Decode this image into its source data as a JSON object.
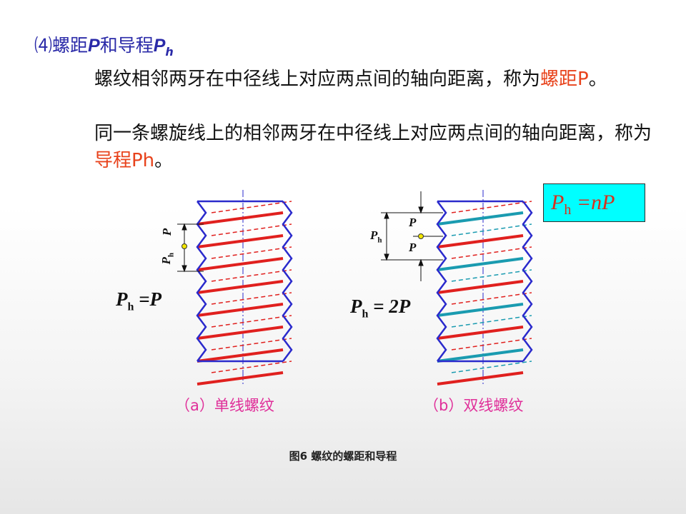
{
  "heading": {
    "prefix": "⑷螺距",
    "p": "P",
    "mid": "和导程",
    "ph": "P",
    "ph_sub": "h"
  },
  "para1": {
    "text": "螺纹相邻两牙在中径线上对应两点间的轴向距离，称为",
    "term": "螺距P",
    "end": "。"
  },
  "para2": {
    "text": "同一条螺旋线上的相邻两牙在中径线上对应两点间的轴向距离，称为",
    "term": "导程Ph",
    "end": "。"
  },
  "formula": {
    "p": "P",
    "sub": "h",
    "rhs": " =nP"
  },
  "label_a": {
    "p": "P",
    "sub": "h",
    "rhs": " =P"
  },
  "label_b": {
    "p": "P",
    "sub": "h",
    "rhs": " = 2P"
  },
  "dim_a": {
    "p": "P",
    "ph": "P",
    "ph_sub": "h"
  },
  "dim_b": {
    "p1": "P",
    "p2": "P",
    "ph": "P",
    "ph_sub": "h"
  },
  "caption_a": "（a）单线螺纹",
  "caption_b": "（b）双线螺纹",
  "figure_title": "图6 螺纹的螺距和导程",
  "colors": {
    "outline": "#2a2acc",
    "thread_a": "#e0201e",
    "thread_b2": "#1a9bb0",
    "hidden": "#e0201e"
  }
}
